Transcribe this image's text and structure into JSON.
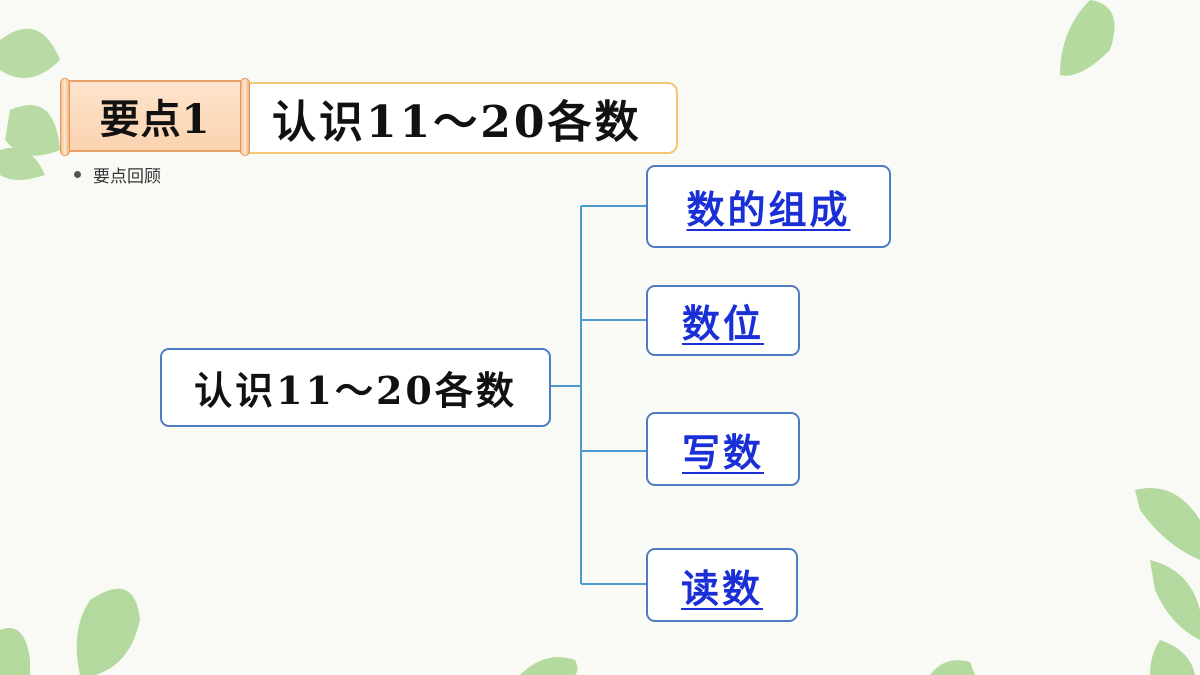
{
  "header": {
    "tag_label": "要点1",
    "title": "认识11～20各数",
    "subtitle": "要点回顾"
  },
  "mindmap": {
    "root": "认识11～20各数",
    "branches": [
      {
        "label": "数的组成"
      },
      {
        "label": "数位"
      },
      {
        "label": "写数"
      },
      {
        "label": "读数"
      }
    ]
  },
  "colors": {
    "node_border": "#4e7cc4",
    "link_text": "#1a2fd6",
    "connector": "#4a9bd0",
    "tag_fill": "#fbd3b0",
    "title_border": "#f3c776",
    "leaf": "#8cc478"
  }
}
